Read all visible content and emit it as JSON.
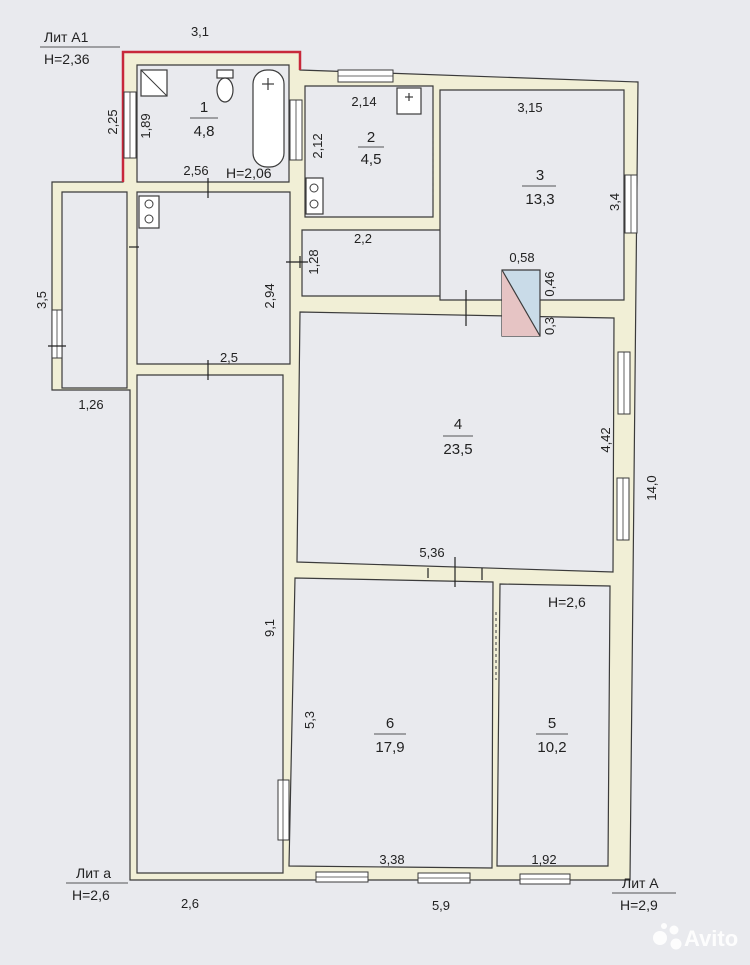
{
  "plan": {
    "labels": {
      "lit_a1": "Лит А1",
      "lit_a1_h": "H=2,36",
      "lit_a_small": "Лит а",
      "lit_a_small_h": "H=2,6",
      "lit_a_big": "Лит А",
      "lit_a_big_h": "H=2,9",
      "h_room1": "H=2,06",
      "h_room5": "H=2,6"
    },
    "rooms": {
      "r1": {
        "num": "1",
        "area": "4,8"
      },
      "r2": {
        "num": "2",
        "area": "4,5"
      },
      "r3": {
        "num": "3",
        "area": "13,3"
      },
      "r4": {
        "num": "4",
        "area": "23,5"
      },
      "r5": {
        "num": "5",
        "area": "10,2"
      },
      "r6": {
        "num": "6",
        "area": "17,9"
      }
    },
    "dims": {
      "d3_1": "3,1",
      "d2_25": "2,25",
      "d1_89": "1,89",
      "d2_56": "2,56",
      "d2_14": "2,14",
      "d2_12": "2,12",
      "d3_15": "3,15",
      "d3_4": "3,4",
      "d2_2": "2,2",
      "d1_28": "1,28",
      "d2_94": "2,94",
      "d0_58": "0,58",
      "d0_46": "0,46",
      "d0_3": "0,3",
      "d3_5": "3,5",
      "d1_26": "1,26",
      "d2_5": "2,5",
      "d4_42": "4,42",
      "d14_0": "14,0",
      "d5_36": "5,36",
      "d9_1": "9,1",
      "d5_3": "5,3",
      "d3_38": "3,38",
      "d1_92": "1,92",
      "d2_6": "2,6",
      "d5_9": "5,9"
    },
    "watermark": "Avito",
    "watermark_icon": "avito-dots-icon"
  }
}
